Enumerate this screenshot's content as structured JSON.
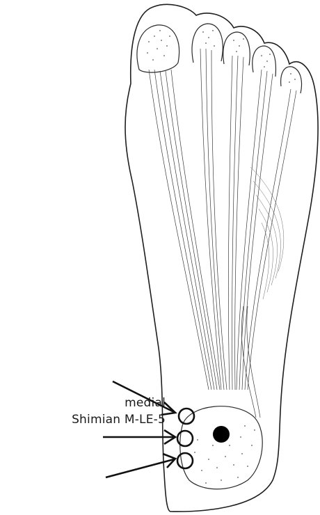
{
  "figure": {
    "labels": {
      "side": "medial",
      "point_name": "Shimian M-LE-5"
    },
    "markers": {
      "arrows": 3,
      "open_circles": 3,
      "filled_dot": 1
    },
    "colors": {
      "line": "#1e1e1e",
      "background": "#ffffff",
      "marker": "#111111"
    }
  }
}
